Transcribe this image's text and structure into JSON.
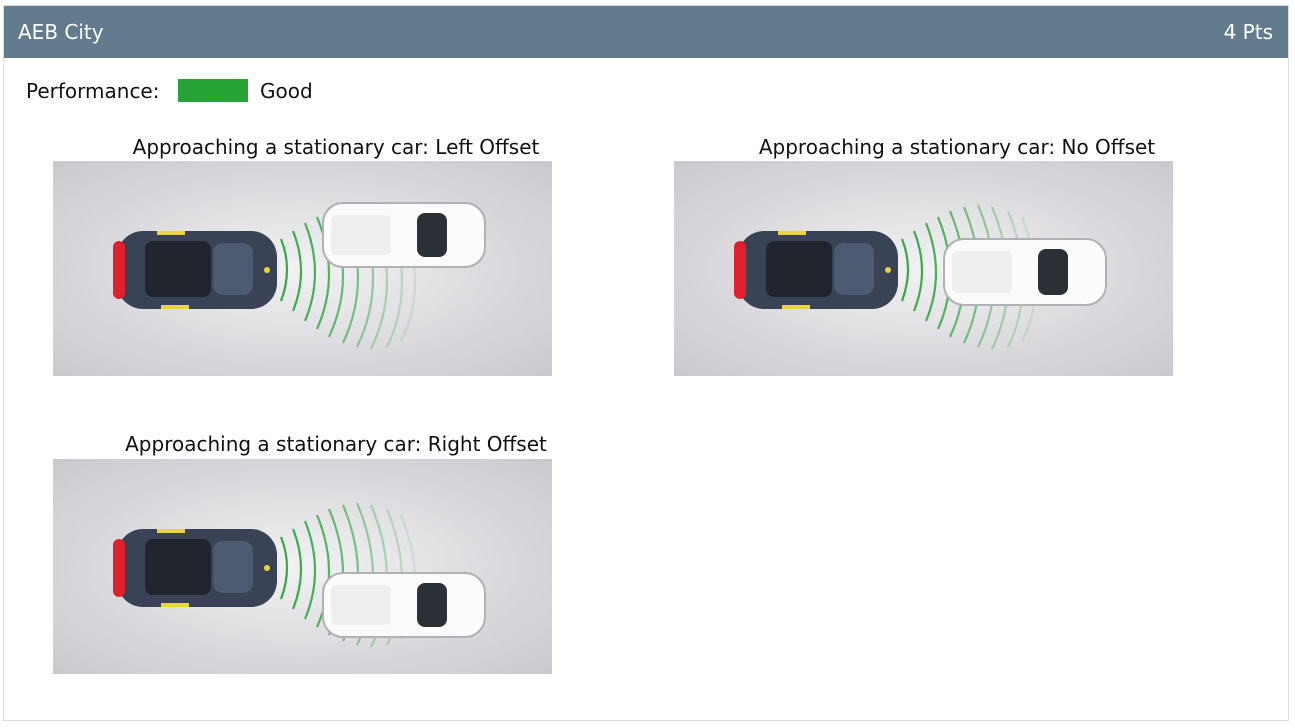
{
  "header": {
    "title": "AEB City",
    "points": "4 Pts",
    "background_color": "#627c8e"
  },
  "performance": {
    "label": "Performance:",
    "rating": "Good",
    "rating_color": "#27a338"
  },
  "scenarios": [
    {
      "title": "Approaching a stationary car: Left Offset",
      "variant": "left-offset"
    },
    {
      "title": "Approaching a stationary car: No Offset",
      "variant": "no-offset"
    },
    {
      "title": "Approaching a stationary car: Right Offset",
      "variant": "right-offset"
    }
  ]
}
